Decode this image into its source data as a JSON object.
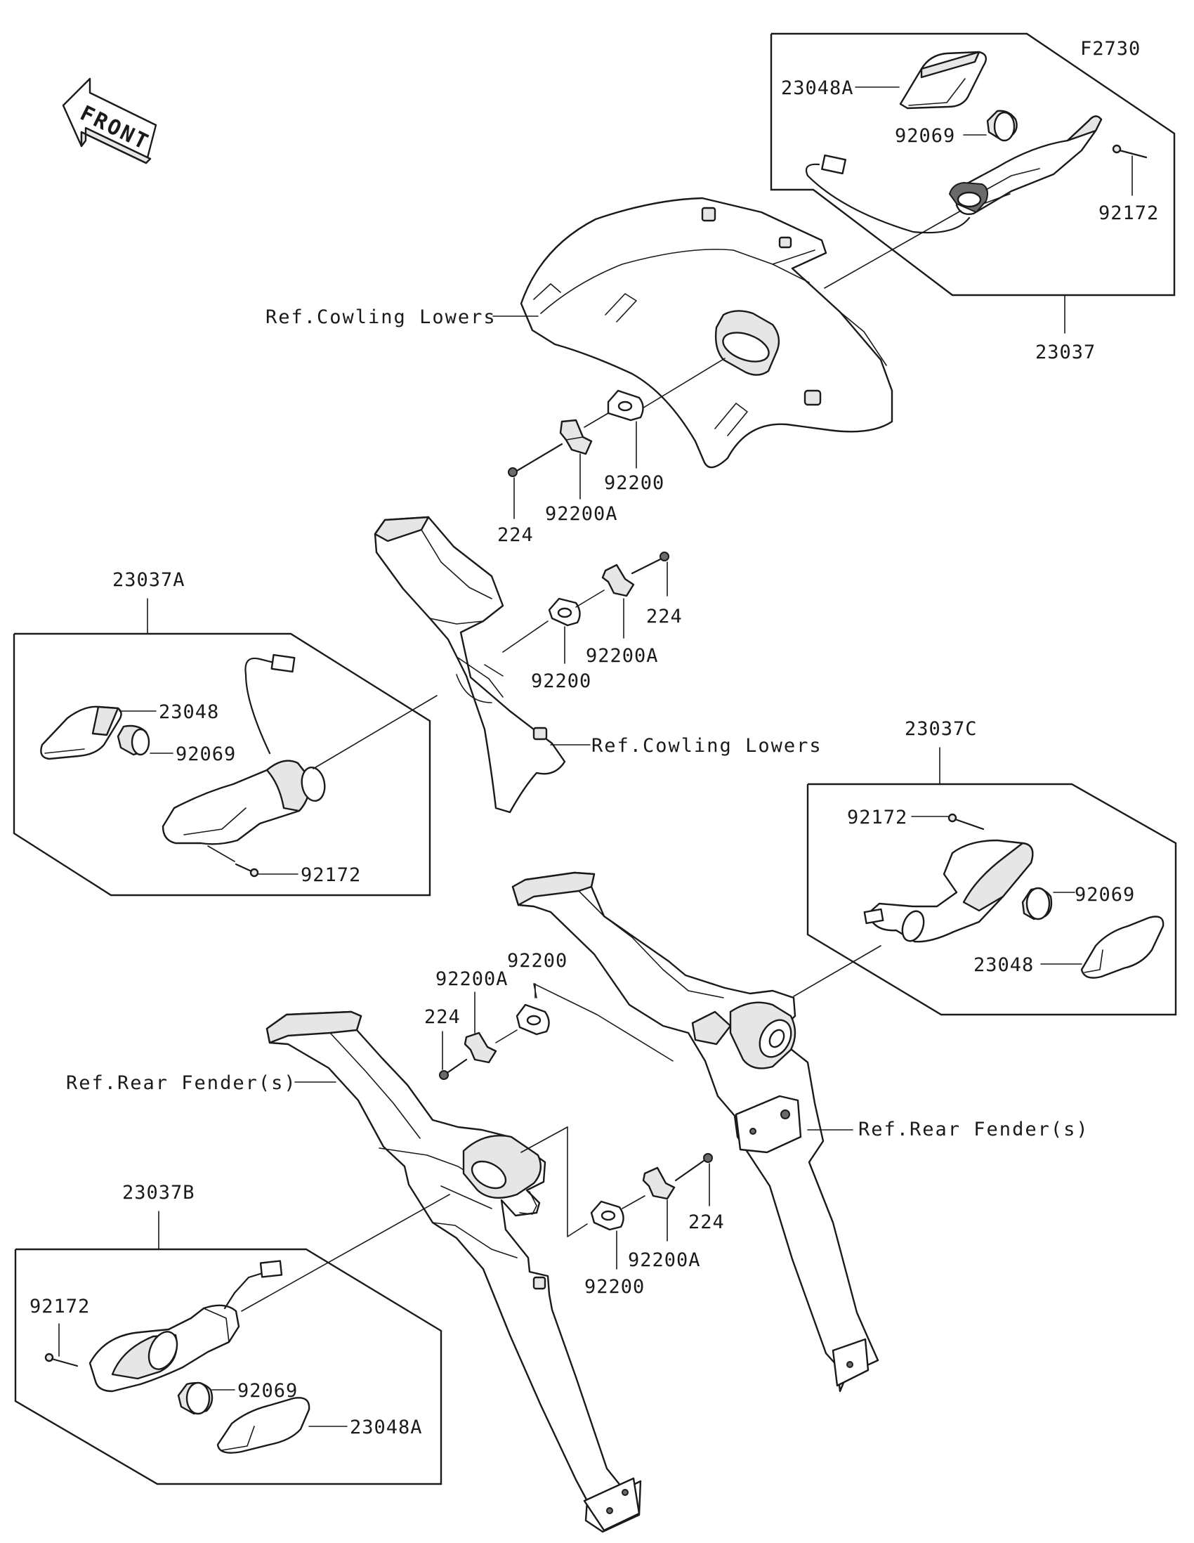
{
  "diagram": {
    "code": "F2730",
    "front_label": "FRONT",
    "assemblies": {
      "top_right": {
        "assembly": "23037",
        "lens": "23048A",
        "bulb": "92069",
        "screw": "92172"
      },
      "mid_left": {
        "assembly": "23037A",
        "lens": "23048",
        "bulb": "92069",
        "screw": "92172"
      },
      "mid_right": {
        "assembly": "23037C",
        "lens": "23048",
        "bulb": "92069",
        "screw": "92172"
      },
      "bottom_left": {
        "assembly": "23037B",
        "lens": "23048A",
        "bulb": "92069",
        "screw": "92172"
      }
    },
    "hardware": {
      "set1": {
        "plate": "92200",
        "clip": "92200A",
        "bolt": "224"
      },
      "set2": {
        "plate": "92200",
        "clip": "92200A",
        "bolt": "224"
      },
      "set3": {
        "plate": "92200",
        "clip": "92200A",
        "bolt": "224"
      },
      "set4": {
        "plate": "92200",
        "clip": "92200A",
        "bolt": "224"
      }
    },
    "references": {
      "cowling_upper": "Ref.Cowling Lowers",
      "cowling_mid": "Ref.Cowling Lowers",
      "fender_left": "Ref.Rear Fender(s)",
      "fender_right": "Ref.Rear Fender(s)"
    }
  }
}
